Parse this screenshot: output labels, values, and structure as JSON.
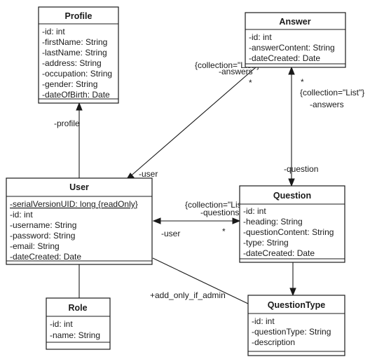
{
  "classes": {
    "profile": {
      "name": "Profile",
      "attributes": [
        "-id: int",
        "-firstName: String",
        "-lastName: String",
        "-address: String",
        "-occupation: String",
        "-gender: String",
        "-dateOfBirth: Date"
      ]
    },
    "answer": {
      "name": "Answer",
      "attributes": [
        "-id: int",
        "-answerContent: String",
        "-dateCreated: Date"
      ]
    },
    "user": {
      "name": "User",
      "static_attribute": "-serialVersionUID: long {readOnly}",
      "attributes": [
        "-id: int",
        "-username: String",
        "-password: String",
        "-email: String",
        "-dateCreated: Date"
      ]
    },
    "question": {
      "name": "Question",
      "attributes": [
        "-id: int",
        "-heading: String",
        "-questionContent: String",
        "-type: String",
        "-dateCreated: Date"
      ]
    },
    "role": {
      "name": "Role",
      "attributes": [
        "-id: int",
        "-name: String"
      ]
    },
    "questiontype": {
      "name": "QuestionType",
      "attributes": [
        "-id: int",
        "-questionType: String",
        "-description"
      ]
    }
  },
  "edge_labels": {
    "profile_role": "-profile",
    "user_answers_constraint": "{collection=\"List\"}",
    "user_answers_role": "-answers",
    "user_answers_mult": "*",
    "answer_user_role": "-user",
    "question_answers_constraint": "{collection=\"List\"}",
    "question_answers_role": "-answers",
    "question_answers_mult": "*",
    "answer_question_role": "-question",
    "user_questions_constraint": "{collection=\"List\"}",
    "user_questions_role": "-questions",
    "user_questions_mult": "*",
    "question_user_role": "-user",
    "admin_association": "+add_only_if_admin"
  }
}
